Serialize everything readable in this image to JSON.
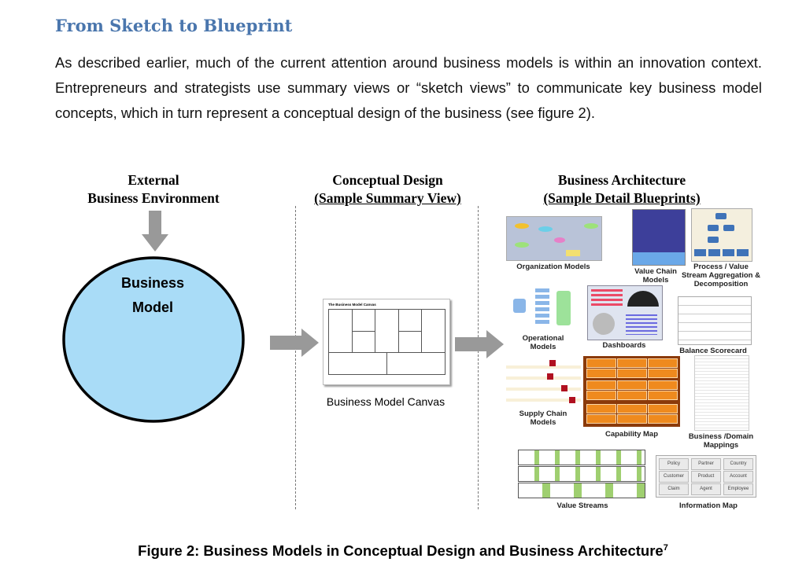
{
  "heading": "From Sketch to Blueprint",
  "paragraph": "As described earlier, much of the current attention around business models is within an innovation context. Entrepreneurs and strategists use summary views or “sketch views” to communicate key business model concepts, which in turn represent a conceptual design of the business (see figure 2).",
  "figure": {
    "col1": {
      "line1": "External",
      "line2": "Business Environment"
    },
    "col2": {
      "line1": "Conceptual Design",
      "line2": "(Sample Summary View)"
    },
    "col3": {
      "line1": "Business Architecture",
      "line2": "(Sample Detail Blueprints)"
    },
    "circle": {
      "line1": "Business",
      "line2": "Model",
      "fill": "#a9dcf7"
    },
    "canvas": {
      "title": "The Business Model Canvas",
      "label": "Business Model Canvas"
    },
    "blueprints": {
      "org": "Organization Models",
      "vc1": "Value Chain",
      "vc2": "Models",
      "pv1": "Process / Value",
      "pv2": "Stream Aggregation &",
      "pv3": "Decomposition",
      "op1": "Operational",
      "op2": "Models",
      "dash": "Dashboards",
      "bsc": "Balance Scorecard",
      "sc1": "Supply Chain",
      "sc2": "Models",
      "cap": "Capability Map",
      "bd1": "Business /Domain",
      "bd2": "Mappings",
      "vs": "Value Streams",
      "im": "Information Map"
    },
    "info_map_items": [
      "Policy",
      "Partner",
      "Country",
      "Customer",
      "Product",
      "Account",
      "Claim",
      "Agent",
      "Employee"
    ],
    "caption": "Figure 2: Business Models in Conceptual Design and Business Architecture",
    "footnote": "7"
  },
  "colors": {
    "heading": "#4a76ad",
    "capability": "#ef8a1e",
    "arrow": "#999999"
  }
}
